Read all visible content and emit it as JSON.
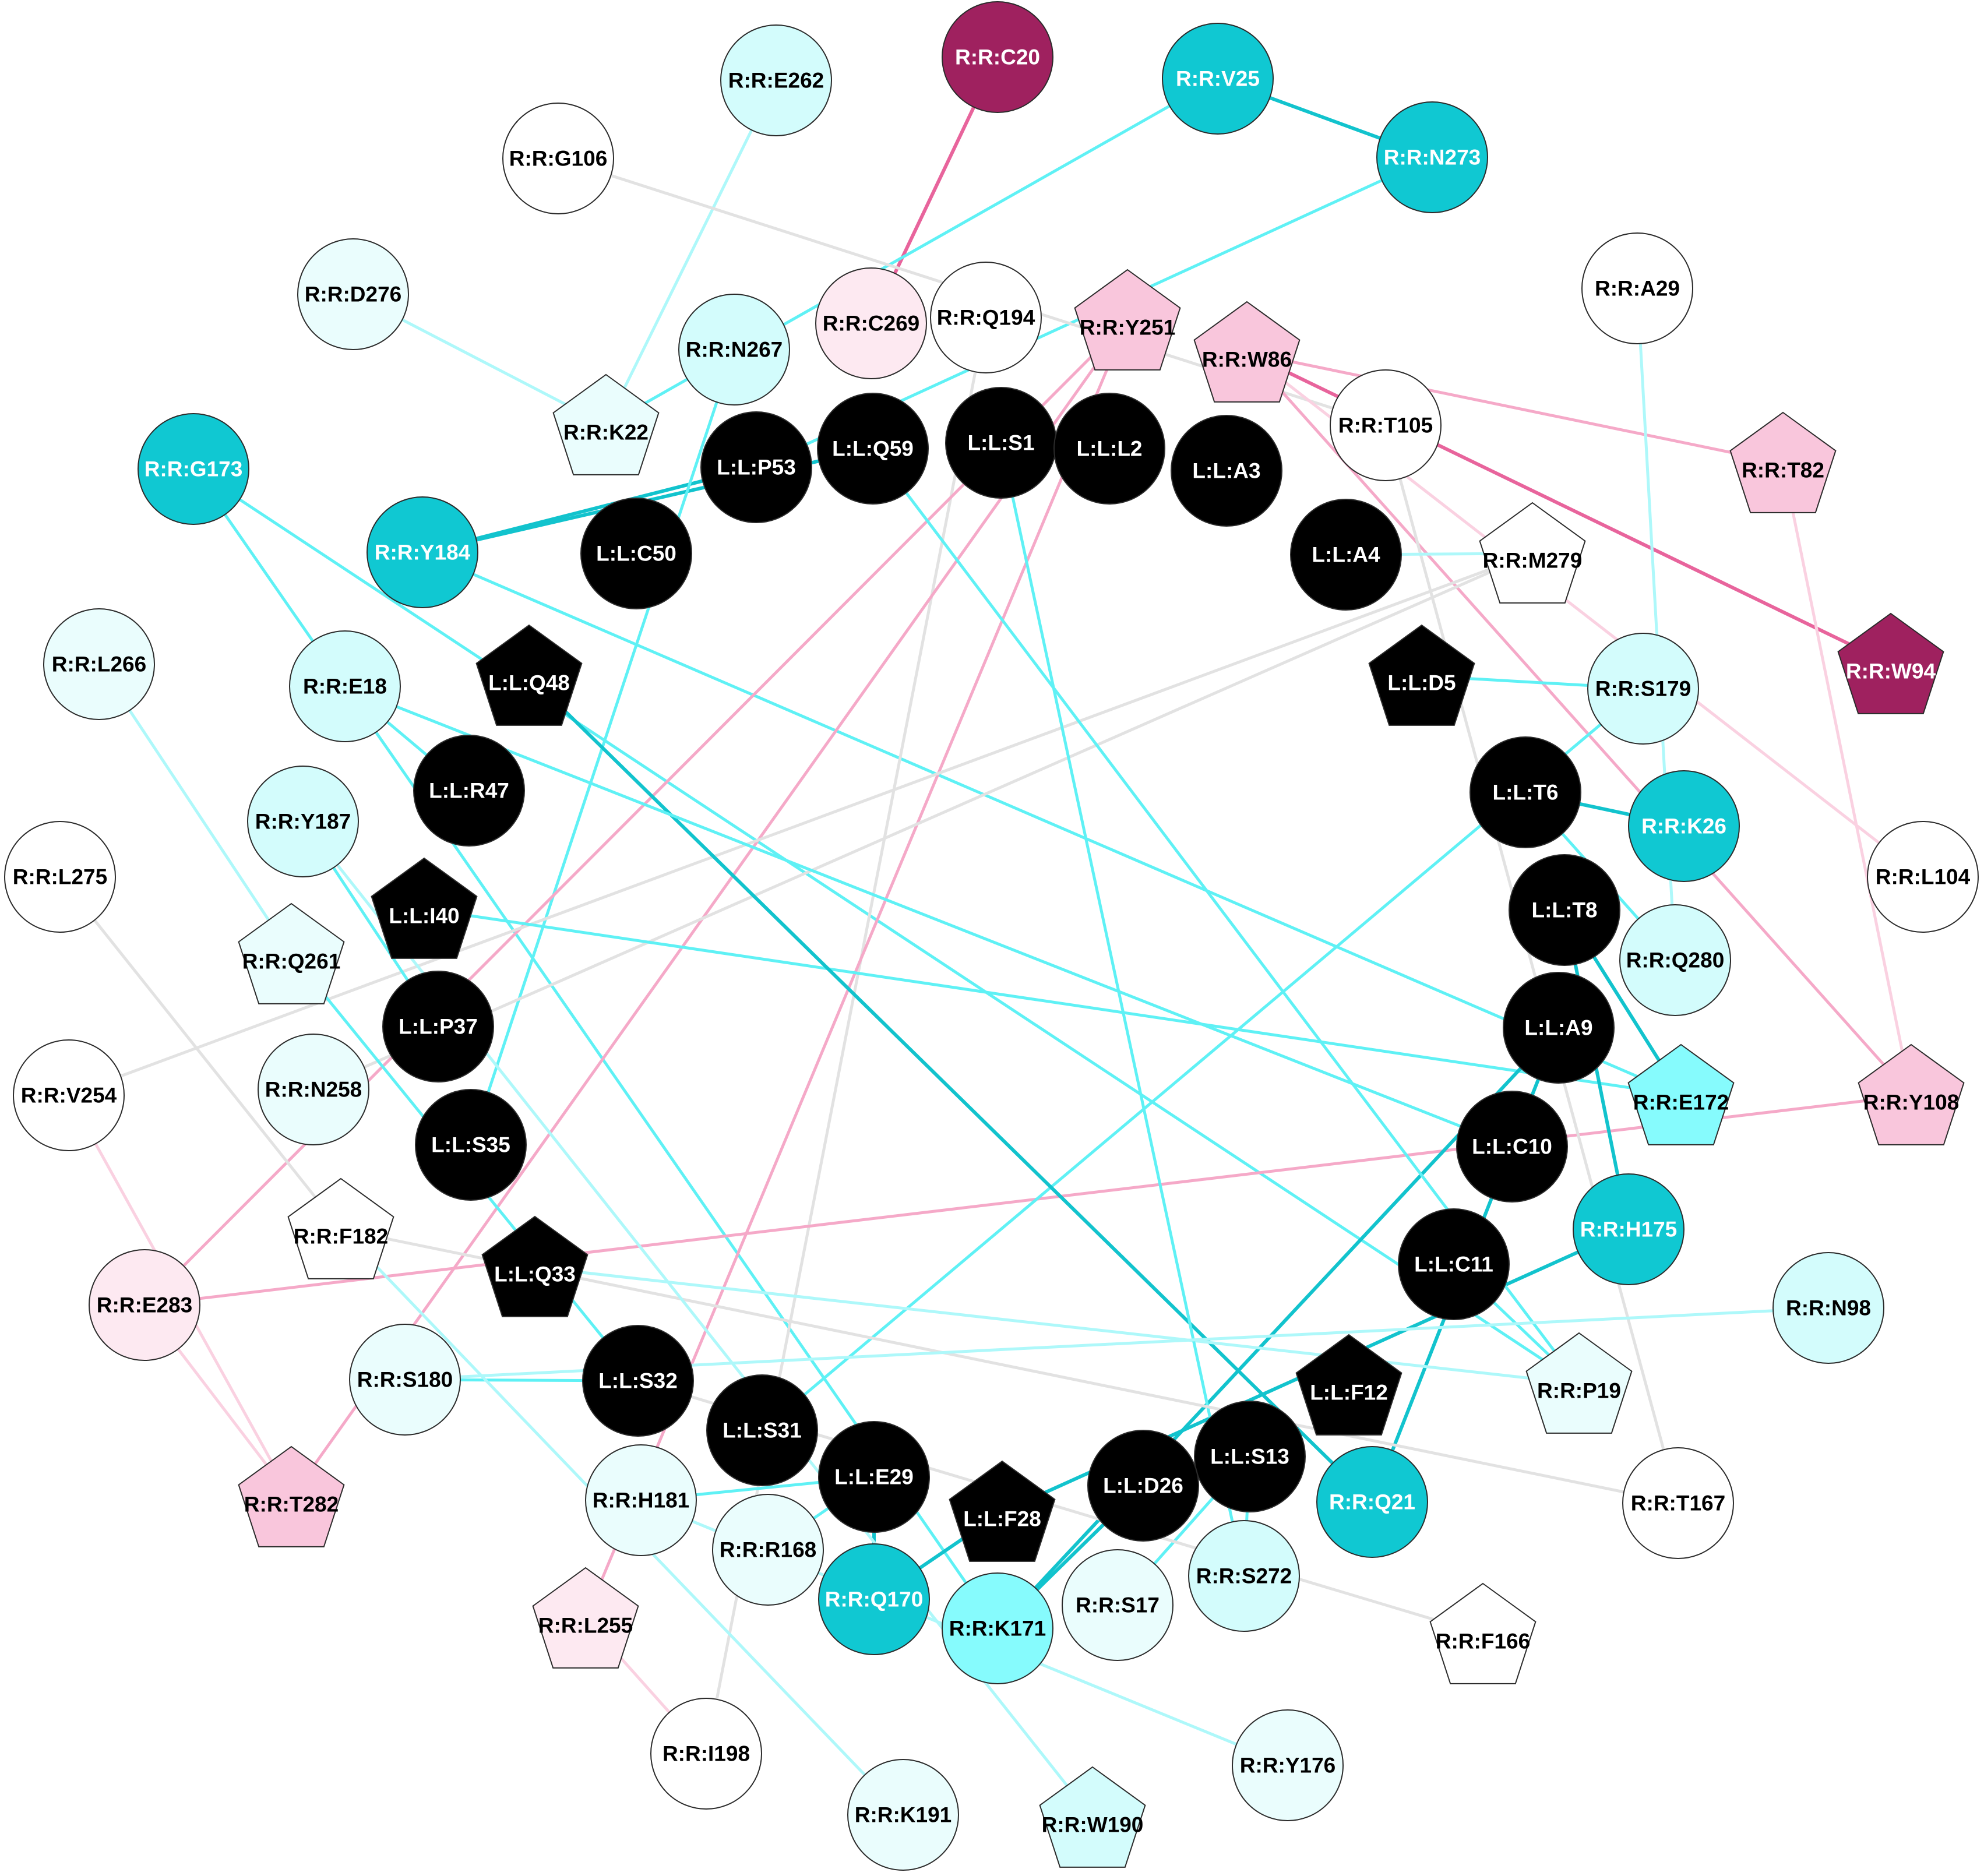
{
  "colors": {
    "black": "#000000",
    "white": "#ffffff",
    "teal": "#10c8d2",
    "cyan": "#86fbfd",
    "pale_cyan": "#d3fcfc",
    "very_pale_cyan": "#eafdfd",
    "pink": "#f9c6dc",
    "pale_pink": "#fde9f1",
    "maroon": "#9f215f",
    "edge_teal": "#12c3cd",
    "edge_cyan": "#5ff1f5",
    "edge_pale_cyan": "#aef8fa",
    "edge_grey": "#e2e2e2",
    "edge_pink": "#f5a9c8",
    "edge_pale_pink": "#fad1e1",
    "edge_magenta": "#e8649c"
  },
  "nodes": [
    {
      "id": "L:L:S1",
      "label": "L:L:S1",
      "shape": "circle",
      "color": "black"
    },
    {
      "id": "L:L:L2",
      "label": "L:L:L2",
      "shape": "circle",
      "color": "black"
    },
    {
      "id": "L:L:A3",
      "label": "L:L:A3",
      "shape": "circle",
      "color": "black"
    },
    {
      "id": "L:L:A4",
      "label": "L:L:A4",
      "shape": "circle",
      "color": "black"
    },
    {
      "id": "L:L:D5",
      "label": "L:L:D5",
      "shape": "pentagon",
      "color": "black"
    },
    {
      "id": "L:L:T6",
      "label": "L:L:T6",
      "shape": "circle",
      "color": "black"
    },
    {
      "id": "L:L:T8",
      "label": "L:L:T8",
      "shape": "circle",
      "color": "black"
    },
    {
      "id": "L:L:A9",
      "label": "L:L:A9",
      "shape": "circle",
      "color": "black"
    },
    {
      "id": "L:L:C10",
      "label": "L:L:C10",
      "shape": "circle",
      "color": "black"
    },
    {
      "id": "L:L:C11",
      "label": "L:L:C11",
      "shape": "circle",
      "color": "black"
    },
    {
      "id": "L:L:F12",
      "label": "L:L:F12",
      "shape": "pentagon",
      "color": "black"
    },
    {
      "id": "L:L:S13",
      "label": "L:L:S13",
      "shape": "circle",
      "color": "black"
    },
    {
      "id": "L:L:D26",
      "label": "L:L:D26",
      "shape": "circle",
      "color": "black"
    },
    {
      "id": "L:L:F28",
      "label": "L:L:F28",
      "shape": "pentagon",
      "color": "black"
    },
    {
      "id": "L:L:E29",
      "label": "L:L:E29",
      "shape": "circle",
      "color": "black"
    },
    {
      "id": "L:L:S31",
      "label": "L:L:S31",
      "shape": "circle",
      "color": "black"
    },
    {
      "id": "L:L:S32",
      "label": "L:L:S32",
      "shape": "circle",
      "color": "black"
    },
    {
      "id": "L:L:Q33",
      "label": "L:L:Q33",
      "shape": "pentagon",
      "color": "black"
    },
    {
      "id": "L:L:S35",
      "label": "L:L:S35",
      "shape": "circle",
      "color": "black"
    },
    {
      "id": "L:L:P37",
      "label": "L:L:P37",
      "shape": "circle",
      "color": "black"
    },
    {
      "id": "L:L:I40",
      "label": "L:L:I40",
      "shape": "pentagon",
      "color": "black"
    },
    {
      "id": "L:L:R47",
      "label": "L:L:R47",
      "shape": "circle",
      "color": "black"
    },
    {
      "id": "L:L:Q48",
      "label": "L:L:Q48",
      "shape": "pentagon",
      "color": "black"
    },
    {
      "id": "L:L:C50",
      "label": "L:L:C50",
      "shape": "circle",
      "color": "black"
    },
    {
      "id": "L:L:P53",
      "label": "L:L:P53",
      "shape": "circle",
      "color": "black"
    },
    {
      "id": "L:L:Q59",
      "label": "L:L:Q59",
      "shape": "circle",
      "color": "black"
    },
    {
      "id": "R:R:C20",
      "label": "R:R:C20",
      "shape": "circle",
      "color": "maroon"
    },
    {
      "id": "R:R:E262",
      "label": "R:R:E262",
      "shape": "circle",
      "color": "pale_cyan"
    },
    {
      "id": "R:R:V25",
      "label": "R:R:V25",
      "shape": "circle",
      "color": "teal"
    },
    {
      "id": "R:R:N273",
      "label": "R:R:N273",
      "shape": "circle",
      "color": "teal"
    },
    {
      "id": "R:R:G106",
      "label": "R:R:G106",
      "shape": "circle",
      "color": "white"
    },
    {
      "id": "R:R:D276",
      "label": "R:R:D276",
      "shape": "circle",
      "color": "very_pale_cyan"
    },
    {
      "id": "R:R:A29",
      "label": "R:R:A29",
      "shape": "circle",
      "color": "white"
    },
    {
      "id": "R:R:C269",
      "label": "R:R:C269",
      "shape": "circle",
      "color": "pale_pink"
    },
    {
      "id": "R:R:Q194",
      "label": "R:R:Q194",
      "shape": "circle",
      "color": "white"
    },
    {
      "id": "R:R:Y251",
      "label": "R:R:Y251",
      "shape": "pentagon",
      "color": "pink"
    },
    {
      "id": "R:R:W86",
      "label": "R:R:W86",
      "shape": "pentagon",
      "color": "pink"
    },
    {
      "id": "R:R:N267",
      "label": "R:R:N267",
      "shape": "circle",
      "color": "pale_cyan"
    },
    {
      "id": "R:R:K22",
      "label": "R:R:K22",
      "shape": "pentagon",
      "color": "very_pale_cyan"
    },
    {
      "id": "R:R:T105",
      "label": "R:R:T105",
      "shape": "circle",
      "color": "white"
    },
    {
      "id": "R:R:T82",
      "label": "R:R:T82",
      "shape": "pentagon",
      "color": "pink"
    },
    {
      "id": "R:R:G173",
      "label": "R:R:G173",
      "shape": "circle",
      "color": "teal"
    },
    {
      "id": "R:R:Y184",
      "label": "R:R:Y184",
      "shape": "circle",
      "color": "teal"
    },
    {
      "id": "R:R:M279",
      "label": "R:R:M279",
      "shape": "pentagon",
      "color": "white"
    },
    {
      "id": "R:R:W94",
      "label": "R:R:W94",
      "shape": "pentagon",
      "color": "maroon"
    },
    {
      "id": "R:R:L266",
      "label": "R:R:L266",
      "shape": "circle",
      "color": "very_pale_cyan"
    },
    {
      "id": "R:R:E18",
      "label": "R:R:E18",
      "shape": "circle",
      "color": "pale_cyan"
    },
    {
      "id": "R:R:S179",
      "label": "R:R:S179",
      "shape": "circle",
      "color": "pale_cyan"
    },
    {
      "id": "R:R:Y187",
      "label": "R:R:Y187",
      "shape": "circle",
      "color": "pale_cyan"
    },
    {
      "id": "R:R:K26",
      "label": "R:R:K26",
      "shape": "circle",
      "color": "teal"
    },
    {
      "id": "R:R:L275",
      "label": "R:R:L275",
      "shape": "circle",
      "color": "white"
    },
    {
      "id": "R:R:L104",
      "label": "R:R:L104",
      "shape": "circle",
      "color": "white"
    },
    {
      "id": "R:R:Q261",
      "label": "R:R:Q261",
      "shape": "pentagon",
      "color": "very_pale_cyan"
    },
    {
      "id": "R:R:Q280",
      "label": "R:R:Q280",
      "shape": "circle",
      "color": "pale_cyan"
    },
    {
      "id": "R:R:N258",
      "label": "R:R:N258",
      "shape": "circle",
      "color": "very_pale_cyan"
    },
    {
      "id": "R:R:V254",
      "label": "R:R:V254",
      "shape": "circle",
      "color": "white"
    },
    {
      "id": "R:R:E172",
      "label": "R:R:E172",
      "shape": "pentagon",
      "color": "cyan"
    },
    {
      "id": "R:R:Y108",
      "label": "R:R:Y108",
      "shape": "pentagon",
      "color": "pink"
    },
    {
      "id": "R:R:F182",
      "label": "R:R:F182",
      "shape": "pentagon",
      "color": "white"
    },
    {
      "id": "R:R:H175",
      "label": "R:R:H175",
      "shape": "circle",
      "color": "teal"
    },
    {
      "id": "R:R:E283",
      "label": "R:R:E283",
      "shape": "circle",
      "color": "pale_pink"
    },
    {
      "id": "R:R:N98",
      "label": "R:R:N98",
      "shape": "circle",
      "color": "pale_cyan"
    },
    {
      "id": "R:R:S180",
      "label": "R:R:S180",
      "shape": "circle",
      "color": "very_pale_cyan"
    },
    {
      "id": "R:R:P19",
      "label": "R:R:P19",
      "shape": "pentagon",
      "color": "very_pale_cyan"
    },
    {
      "id": "R:R:T282",
      "label": "R:R:T282",
      "shape": "pentagon",
      "color": "pink"
    },
    {
      "id": "R:R:H181",
      "label": "R:R:H181",
      "shape": "circle",
      "color": "very_pale_cyan"
    },
    {
      "id": "R:R:R168",
      "label": "R:R:R168",
      "shape": "circle",
      "color": "very_pale_cyan"
    },
    {
      "id": "R:R:Q21",
      "label": "R:R:Q21",
      "shape": "circle",
      "color": "teal"
    },
    {
      "id": "R:R:T167",
      "label": "R:R:T167",
      "shape": "circle",
      "color": "white"
    },
    {
      "id": "R:R:Q170",
      "label": "R:R:Q170",
      "shape": "circle",
      "color": "teal"
    },
    {
      "id": "R:R:K171",
      "label": "R:R:K171",
      "shape": "circle",
      "color": "cyan"
    },
    {
      "id": "R:R:S17",
      "label": "R:R:S17",
      "shape": "circle",
      "color": "very_pale_cyan"
    },
    {
      "id": "R:R:S272",
      "label": "R:R:S272",
      "shape": "circle",
      "color": "pale_cyan"
    },
    {
      "id": "R:R:L255",
      "label": "R:R:L255",
      "shape": "pentagon",
      "color": "pale_pink"
    },
    {
      "id": "R:R:F166",
      "label": "R:R:F166",
      "shape": "pentagon",
      "color": "white"
    },
    {
      "id": "R:R:I198",
      "label": "R:R:I198",
      "shape": "circle",
      "color": "white"
    },
    {
      "id": "R:R:Y176",
      "label": "R:R:Y176",
      "shape": "circle",
      "color": "very_pale_cyan"
    },
    {
      "id": "R:R:K191",
      "label": "R:R:K191",
      "shape": "circle",
      "color": "very_pale_cyan"
    },
    {
      "id": "R:R:W190",
      "label": "R:R:W190",
      "shape": "pentagon",
      "color": "pale_cyan"
    }
  ],
  "edges": [
    {
      "source": "R:R:C20",
      "target": "R:R:C269",
      "color": "edge_magenta"
    },
    {
      "source": "R:R:V25",
      "target": "R:R:N273",
      "color": "edge_teal"
    },
    {
      "source": "R:R:V25",
      "target": "R:R:K22",
      "color": "edge_cyan"
    },
    {
      "source": "R:R:N273",
      "target": "L:L:P53",
      "color": "edge_cyan"
    },
    {
      "source": "R:R:E262",
      "target": "R:R:K22",
      "color": "edge_pale_cyan"
    },
    {
      "source": "R:R:G106",
      "target": "R:R:T105",
      "color": "edge_grey"
    },
    {
      "source": "R:R:D276",
      "target": "R:R:K22",
      "color": "edge_pale_cyan"
    },
    {
      "source": "R:R:Y184",
      "target": "L:L:Q59",
      "color": "edge_teal"
    },
    {
      "source": "R:R:Y184",
      "target": "L:L:P53",
      "color": "edge_teal"
    },
    {
      "source": "R:R:Y184",
      "target": "R:R:E172",
      "color": "edge_cyan"
    },
    {
      "source": "R:R:G173",
      "target": "R:R:P19",
      "color": "edge_cyan"
    },
    {
      "source": "R:R:G173",
      "target": "R:R:K171",
      "color": "edge_cyan"
    },
    {
      "source": "R:R:N267",
      "target": "L:L:S35",
      "color": "edge_cyan"
    },
    {
      "source": "R:R:Q194",
      "target": "R:R:I198",
      "color": "edge_grey"
    },
    {
      "source": "R:R:Y251",
      "target": "R:R:E283",
      "color": "edge_pink"
    },
    {
      "source": "R:R:Y251",
      "target": "R:R:T282",
      "color": "edge_pink"
    },
    {
      "source": "R:R:Y251",
      "target": "R:R:L255",
      "color": "edge_pink"
    },
    {
      "source": "R:R:W86",
      "target": "R:R:W94",
      "color": "edge_magenta"
    },
    {
      "source": "R:R:W86",
      "target": "R:R:T82",
      "color": "edge_pink"
    },
    {
      "source": "R:R:W86",
      "target": "R:R:Y108",
      "color": "edge_pink"
    },
    {
      "source": "R:R:W86",
      "target": "R:R:L104",
      "color": "edge_pale_pink"
    },
    {
      "source": "R:R:T82",
      "target": "R:R:Y108",
      "color": "edge_pale_pink"
    },
    {
      "source": "R:R:Y108",
      "target": "R:R:E283",
      "color": "edge_pink"
    },
    {
      "source": "R:R:T105",
      "target": "R:R:T167",
      "color": "edge_grey"
    },
    {
      "source": "R:R:M279",
      "target": "R:R:V254",
      "color": "edge_grey"
    },
    {
      "source": "R:R:M279",
      "target": "R:R:N258",
      "color": "edge_grey"
    },
    {
      "source": "R:R:M279",
      "target": "L:L:A4",
      "color": "edge_pale_cyan"
    },
    {
      "source": "R:R:S179",
      "target": "L:L:D5",
      "color": "edge_cyan"
    },
    {
      "source": "R:R:S179",
      "target": "L:L:S31",
      "color": "edge_cyan"
    },
    {
      "source": "R:R:K26",
      "target": "L:L:T6",
      "color": "edge_teal"
    },
    {
      "source": "R:R:Q280",
      "target": "L:L:T6",
      "color": "edge_cyan"
    },
    {
      "source": "R:R:E172",
      "target": "L:L:T8",
      "color": "edge_teal"
    },
    {
      "source": "R:R:E172",
      "target": "L:L:I40",
      "color": "edge_cyan"
    },
    {
      "source": "R:R:H175",
      "target": "L:L:T8",
      "color": "edge_teal"
    },
    {
      "source": "R:R:H175",
      "target": "L:L:F28",
      "color": "edge_teal"
    },
    {
      "source": "R:R:Q21",
      "target": "L:L:A9",
      "color": "edge_teal"
    },
    {
      "source": "R:R:Q21",
      "target": "L:L:Q48",
      "color": "edge_teal"
    },
    {
      "source": "R:R:K171",
      "target": "L:L:D26",
      "color": "edge_teal"
    },
    {
      "source": "R:R:K171",
      "target": "L:L:A9",
      "color": "edge_teal"
    },
    {
      "source": "R:R:Q170",
      "target": "L:L:E29",
      "color": "edge_teal"
    },
    {
      "source": "R:R:Q170",
      "target": "L:L:F28",
      "color": "edge_teal"
    },
    {
      "source": "R:R:R168",
      "target": "L:L:E29",
      "color": "edge_cyan"
    },
    {
      "source": "R:R:H181",
      "target": "L:L:E29",
      "color": "edge_cyan"
    },
    {
      "source": "R:R:S180",
      "target": "L:L:S32",
      "color": "edge_cyan"
    },
    {
      "source": "R:R:E18",
      "target": "L:L:C10",
      "color": "edge_cyan"
    },
    {
      "source": "R:R:E18",
      "target": "L:L:R47",
      "color": "edge_cyan"
    },
    {
      "source": "R:R:Y187",
      "target": "L:L:P37",
      "color": "edge_cyan"
    },
    {
      "source": "R:R:Q261",
      "target": "L:L:S32",
      "color": "edge_cyan"
    },
    {
      "source": "R:R:P19",
      "target": "L:L:Q33",
      "color": "edge_pale_cyan"
    },
    {
      "source": "R:R:P19",
      "target": "L:L:C11",
      "color": "edge_cyan"
    },
    {
      "source": "R:R:P19",
      "target": "L:L:Q59",
      "color": "edge_cyan"
    },
    {
      "source": "R:R:S272",
      "target": "L:L:S13",
      "color": "edge_cyan"
    },
    {
      "source": "R:R:S272",
      "target": "L:L:S1",
      "color": "edge_cyan"
    },
    {
      "source": "R:R:S17",
      "target": "L:L:S13",
      "color": "edge_cyan"
    },
    {
      "source": "R:R:F166",
      "target": "L:L:S32",
      "color": "edge_grey"
    },
    {
      "source": "R:R:T167",
      "target": "R:R:F182",
      "color": "edge_grey"
    },
    {
      "source": "R:R:L275",
      "target": "R:R:F182",
      "color": "edge_grey"
    },
    {
      "source": "R:R:L266",
      "target": "R:R:Q261",
      "color": "edge_pale_cyan"
    },
    {
      "source": "R:R:V254",
      "target": "R:R:T282",
      "color": "edge_pale_pink"
    },
    {
      "source": "R:R:T282",
      "target": "R:R:E283",
      "color": "edge_pale_pink"
    },
    {
      "source": "R:R:L255",
      "target": "R:R:I198",
      "color": "edge_pale_pink"
    },
    {
      "source": "R:R:N98",
      "target": "R:R:S180",
      "color": "edge_pale_cyan"
    },
    {
      "source": "R:R:Y176",
      "target": "R:R:H181",
      "color": "edge_pale_cyan"
    },
    {
      "source": "R:R:W190",
      "target": "R:R:Y187",
      "color": "edge_pale_cyan"
    },
    {
      "source": "R:R:K191",
      "target": "R:R:F182",
      "color": "edge_pale_cyan"
    },
    {
      "source": "R:R:A29",
      "target": "R:R:Q280",
      "color": "edge_pale_cyan"
    }
  ]
}
